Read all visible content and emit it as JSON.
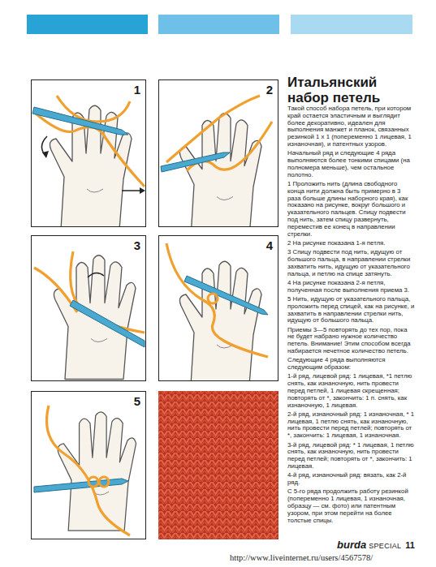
{
  "diagram": {
    "title": "Итальянский набор петель",
    "nodes": [
      {
        "text": [
          "1"
        ]
      },
      {
        "text": [
          "2"
        ]
      },
      {
        "text": [
          "3"
        ]
      },
      {
        "text": [
          "4"
        ]
      },
      {
        "text": [
          "5"
        ]
      }
    ],
    "labels": [
      "Такой способ набора петель, при котором край остается эластичным и выглядит более декоративно, идеален для выполнения манжет и планок, связанных резинкой 1 х 1 (попеременно 1 лицевая, 1 изнаночная), и патентных узоров.",
      "Начальный ряд и следующие 4 ряда выполняются более тонкими спицами (на полномера меньше), чем остальное полотно.",
      "1 Проложить нить (длина свободного конца нити должна быть примерно в 3 раза больше длины наборного края), как показано на рисунке, вокруг большого и указательного пальцев. Спицу подвести под нить, затем спицу развернуть, переместив ее конец в направлении стрелки.",
      "2 На рисунке показана 1-я петля.",
      "3 Спицу подвести под нить, идущую от большого пальца, в направлении стрелки захватить нить, идущую от указательного пальца, и петлю на спице затянуть.",
      "4 На рисунке показана 2-я петля, полученная после выполнения приема 3.",
      "5 Нить, идущую от указательного пальца, проложить перед спицей, как на рисунке, и захватить в направлении стрелки нить, идущую от большого пальца.",
      "Приемы 3—5 повторять до тех пор, пока не будет набрано нужное количество петель. Внимание! Этим способом всегда набирается нечетное количество петель.",
      "Следующие 4 ряда выполняются следующим образом:",
      "1-й ряд, лицевой ряд: 1 лицевая, *1 петлю снять, как изнаночную, нить провести перед петлей, 1 лицевая скрещенная; повторять от *, закончить: 1 п. снять, как изнаночную, 1 лицевая.",
      "2-й ряд, изнаночный ряд: 1 изнаночная, * 1 лицевая, 1 петлю снять, как изнаночную, нить провести перед петлей; повторять от *, закончить: 1 лицевая, 1 изнаночная.",
      "3-й ряд, лицевой ряд: * 1 лицевая, 1 петлю снять, как изнаночную, нить провести перед петлей; повторять от *, закончить: 1 лицевая.",
      "4-й ряд, изнаночный ряд: вязать, как 2-й ряд.",
      "С 5-го ряда продолжить работу резинкой (попеременно 1 лицевая, 1 изнаночная, образцу — см. фото) или патентным узором, при этом перейти на более толстые спицы.",
      "burda",
      "SPECIAL",
      "11",
      "http://www.liveinternet.ru/users/4567578/"
    ]
  }
}
